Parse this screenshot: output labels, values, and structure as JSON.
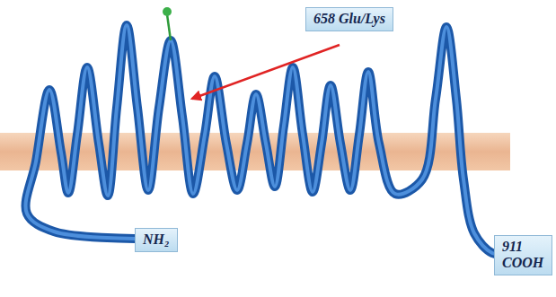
{
  "diagram": {
    "nodes": [
      {
        "text": [
          "658 Glu/Lys"
        ]
      },
      {
        "text": [
          "NH₂"
        ]
      },
      {
        "text": [
          "911 COOH"
        ]
      }
    ]
  }
}
